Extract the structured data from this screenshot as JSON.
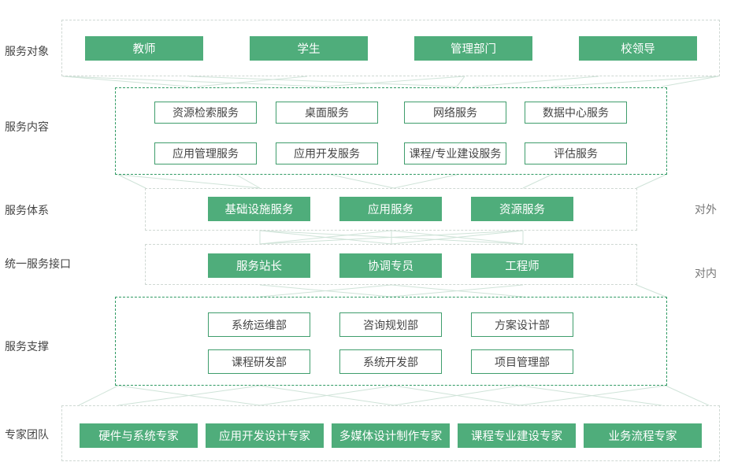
{
  "colors": {
    "solid": "#4fad7b",
    "outline": "#3f9d6c",
    "dash": "#cfd8d3",
    "green_dash": "#2f9a63",
    "connector": "#cfe3d8"
  },
  "row_labels": [
    "服务对象",
    "服务内容",
    "服务体系",
    "统一服务接口",
    "服务支撑",
    "专家团队"
  ],
  "side_labels": [
    "对外",
    "对内"
  ],
  "service_objects": [
    "教师",
    "学生",
    "管理部门",
    "校领导"
  ],
  "service_content": [
    "资源检索服务",
    "桌面服务",
    "网络服务",
    "数据中心服务",
    "应用管理服务",
    "应用开发服务",
    "课程/专业建设服务",
    "评估服务"
  ],
  "service_system": [
    "基础设施服务",
    "应用服务",
    "资源服务"
  ],
  "service_interface": [
    "服务站长",
    "协调专员",
    "工程师"
  ],
  "service_support": [
    "系统运维部",
    "咨询规划部",
    "方案设计部",
    "课程研发部",
    "系统开发部",
    "项目管理部"
  ],
  "expert_team": [
    "硬件与系统专家",
    "应用开发设计专家",
    "多媒体设计制作专家",
    "课程专业建设专家",
    "业务流程专家"
  ]
}
